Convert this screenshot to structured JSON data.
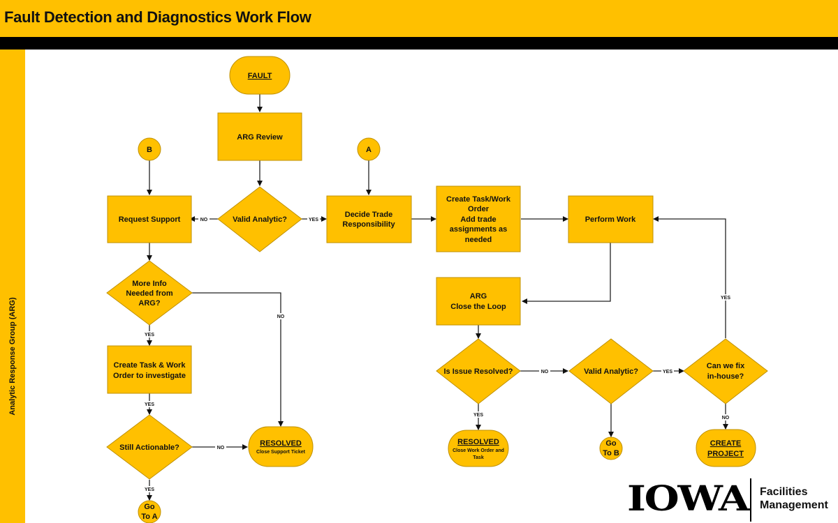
{
  "header": {
    "title": "Fault Detection and Diagnostics Work Flow"
  },
  "sidebar": {
    "label": "Analytic Response Group (ARG)"
  },
  "colors": {
    "accent": "#FFC000",
    "bar": "#000000",
    "connector": "#222222"
  },
  "nodes": {
    "fault": {
      "label": "FAULT"
    },
    "arg_review": {
      "label": "ARG Review"
    },
    "valid_analytic_1": {
      "label": "Valid Analytic?"
    },
    "connector_b": {
      "label": "B"
    },
    "connector_a": {
      "label": "A"
    },
    "request_support": {
      "label": "Request Support"
    },
    "decide_trade": {
      "line1": "Decide Trade",
      "line2": "Responsibility"
    },
    "create_task_wo": {
      "line1": "Create Task/Work",
      "line2": "Order",
      "line3": "Add trade",
      "line4": "assignments as",
      "line5": "needed"
    },
    "perform_work": {
      "label": "Perform Work"
    },
    "more_info": {
      "line1": "More Info",
      "line2": "Needed from",
      "line3": "ARG?"
    },
    "arg_close_loop": {
      "line1": "ARG",
      "line2": "Close the Loop"
    },
    "create_task_investigate": {
      "line1": "Create Task & Work",
      "line2": "Order to investigate"
    },
    "still_actionable": {
      "label": "Still Actionable?"
    },
    "resolved_support": {
      "title": "RESOLVED",
      "subtitle": "Close Support Ticket"
    },
    "go_to_a": {
      "line1": "Go",
      "line2": "To A"
    },
    "is_issue_resolved": {
      "label": "Is Issue Resolved?"
    },
    "valid_analytic_2": {
      "label": "Valid Analytic?"
    },
    "can_fix_inhouse": {
      "line1": "Can we fix",
      "line2": "in-house?"
    },
    "resolved_wo": {
      "title": "RESOLVED",
      "line1": "Close Work Order and",
      "line2": "Task"
    },
    "go_to_b": {
      "line1": "Go",
      "line2": "To B"
    },
    "create_project": {
      "line1": "CREATE",
      "line2": "PROJECT"
    }
  },
  "edges": {
    "valid1_no": "NO",
    "valid1_yes": "YES",
    "more_info_no": "NO",
    "more_info_yes": "YES",
    "investigate_yes": "YES",
    "still_no": "NO",
    "still_yes": "YES",
    "issue_no": "NO",
    "issue_yes": "YES",
    "valid2_yes": "YES",
    "inhouse_yes": "YES",
    "inhouse_no": "NO"
  },
  "logo": {
    "wordmark": "IOWA",
    "line1": "Facilities",
    "line2": "Management"
  }
}
